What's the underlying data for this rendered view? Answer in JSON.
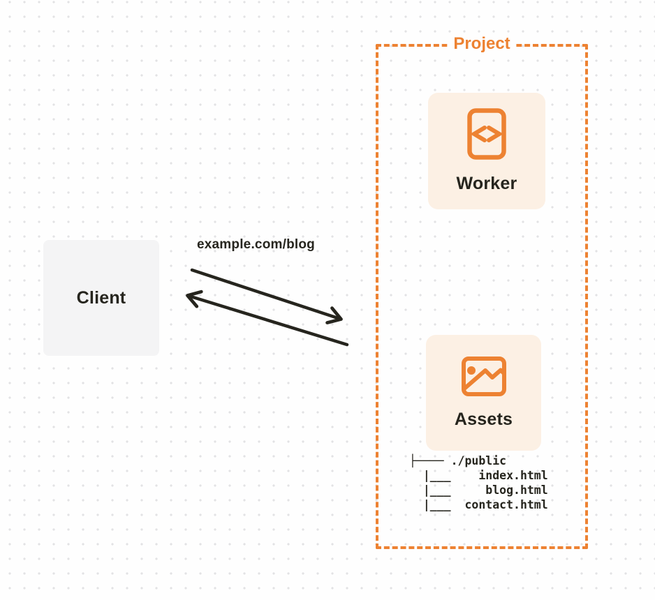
{
  "client": {
    "label": "Client"
  },
  "request": {
    "url": "example.com/blog"
  },
  "project": {
    "label": "Project",
    "worker": {
      "label": "Worker",
      "icon": "code-file-icon"
    },
    "assets": {
      "label": "Assets",
      "icon": "image-icon"
    },
    "file_tree": {
      "root": "./public",
      "files": [
        "index.html",
        "blog.html",
        "contact.html"
      ],
      "lines": [
        "├──── ./public",
        "  |___    index.html",
        "  |___     blog.html",
        "  |___  contact.html"
      ]
    }
  },
  "colors": {
    "accent": "#ED8232",
    "card": "#FCF0E4",
    "client-fill": "#F4F4F5",
    "ink": "#26251E",
    "dot": "#E2E2E4",
    "bg": "#FEFEFE"
  }
}
